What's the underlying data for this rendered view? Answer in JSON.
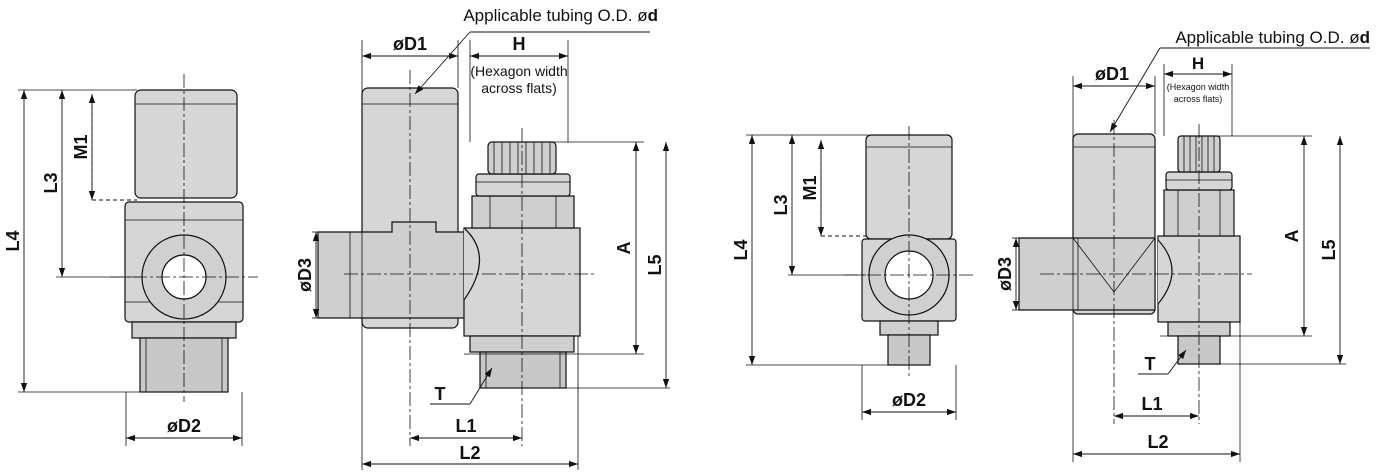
{
  "figure": {
    "left_large": {
      "side_view": {
        "labels": {
          "l4": "L4",
          "l3": "L3",
          "m1": "M1",
          "od2": "øD2"
        }
      },
      "front_view": {
        "tubing_note": {
          "prefix": "Applicable tubing O.D. ø",
          "symbol": "d"
        },
        "labels": {
          "od1": "øD1",
          "h": "H",
          "hex_note_1": "(Hexagon width",
          "hex_note_2": "across flats)",
          "a": "A",
          "l5": "L5",
          "od3": "øD3",
          "t": "T",
          "l1": "L1",
          "l2": "L2"
        }
      }
    },
    "right_small": {
      "side_view": {
        "labels": {
          "l4": "L4",
          "l3": "L3",
          "m1": "M1",
          "od2": "øD2"
        }
      },
      "front_view": {
        "tubing_note": {
          "prefix": "Applicable tubing O.D. ø",
          "symbol": "d"
        },
        "labels": {
          "od1": "øD1",
          "h": "H",
          "hex_note_1": "(Hexagon width",
          "hex_note_2": "across flats)",
          "a": "A",
          "l5": "L5",
          "od3": "øD3",
          "t": "T",
          "l1": "L1",
          "l2": "L2"
        }
      }
    }
  }
}
